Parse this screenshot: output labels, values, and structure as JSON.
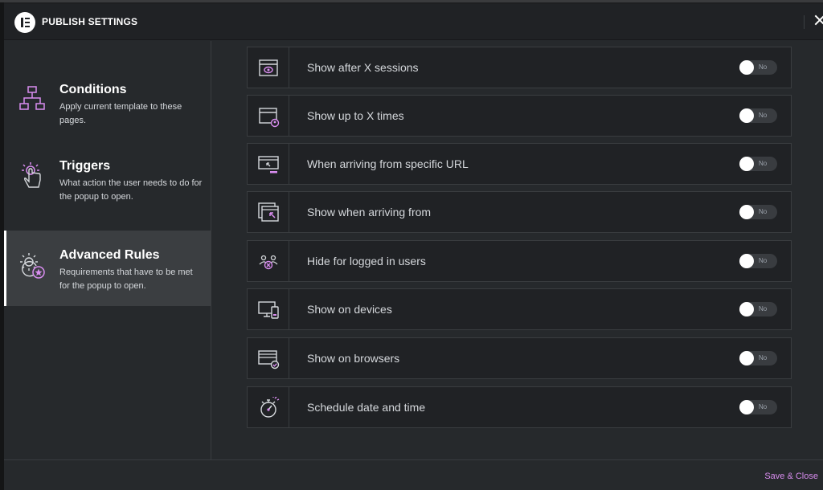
{
  "header": {
    "title": "PUBLISH SETTINGS",
    "logo_icon": "elementor-logo-icon",
    "close_icon": "close-icon"
  },
  "sidebar": {
    "items": [
      {
        "title": "Conditions",
        "description": "Apply current template to these pages.",
        "icon": "sitemap-icon",
        "active": false
      },
      {
        "title": "Triggers",
        "description": "What action the user needs to do for the popup to open.",
        "icon": "pointer-tap-icon",
        "active": false
      },
      {
        "title": "Advanced Rules",
        "description": "Requirements that have to be met for the popup to open.",
        "icon": "gears-star-icon",
        "active": true
      }
    ]
  },
  "rules": [
    {
      "label": "Show after X sessions",
      "icon": "browser-eye-icon",
      "state": "No"
    },
    {
      "label": "Show up to X times",
      "icon": "browser-user-icon",
      "state": "No"
    },
    {
      "label": "When arriving from specific URL",
      "icon": "browser-url-icon",
      "state": "No"
    },
    {
      "label": "Show when arriving from",
      "icon": "browser-arrow-icon",
      "state": "No"
    },
    {
      "label": "Hide for logged in users",
      "icon": "users-x-icon",
      "state": "No"
    },
    {
      "label": "Show on devices",
      "icon": "devices-icon",
      "state": "No"
    },
    {
      "label": "Show on browsers",
      "icon": "browser-check-icon",
      "state": "No"
    },
    {
      "label": "Schedule date and time",
      "icon": "stopwatch-icon",
      "state": "No"
    }
  ],
  "footer": {
    "save_label": "Save & Close"
  },
  "colors": {
    "accent": "#d98df0",
    "background": "#26292c",
    "panel": "#202225"
  }
}
